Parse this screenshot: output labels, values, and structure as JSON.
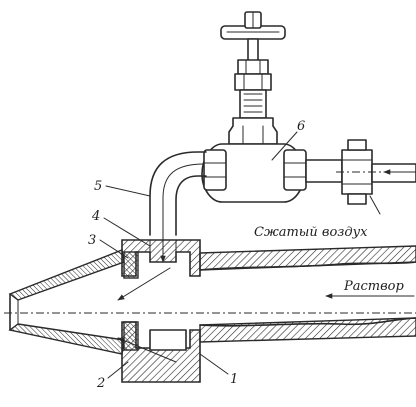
{
  "labels": {
    "compressed_air": "Сжатый воздух",
    "solution": "Раствор"
  },
  "part_numbers": [
    "1",
    "2",
    "3",
    "4",
    "5",
    "6"
  ],
  "colors": {
    "ink": "#2a2a2a",
    "background": "#ffffff"
  }
}
